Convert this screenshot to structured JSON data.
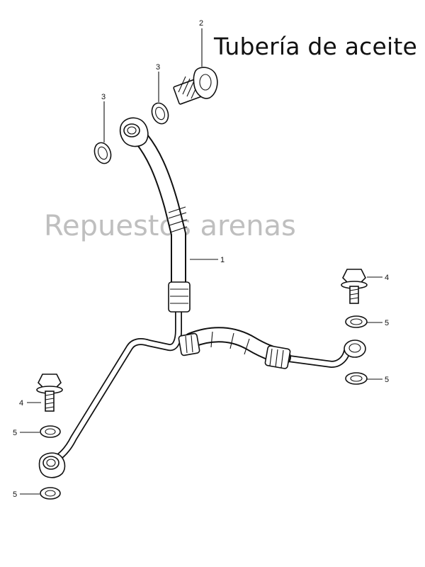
{
  "title": "Tubería de aceite",
  "watermark": "Repuestos arenas",
  "callouts": [
    {
      "id": "1",
      "part": "oil-pipe-assembly"
    },
    {
      "id": "2",
      "part": "union-bolt"
    },
    {
      "id": "3",
      "part": "gasket-washer"
    },
    {
      "id": "3",
      "part": "gasket-washer"
    },
    {
      "id": "4",
      "part": "flange-bolt"
    },
    {
      "id": "4",
      "part": "flange-bolt"
    },
    {
      "id": "5",
      "part": "washer"
    },
    {
      "id": "5",
      "part": "washer"
    },
    {
      "id": "5",
      "part": "washer"
    },
    {
      "id": "5",
      "part": "washer"
    }
  ]
}
